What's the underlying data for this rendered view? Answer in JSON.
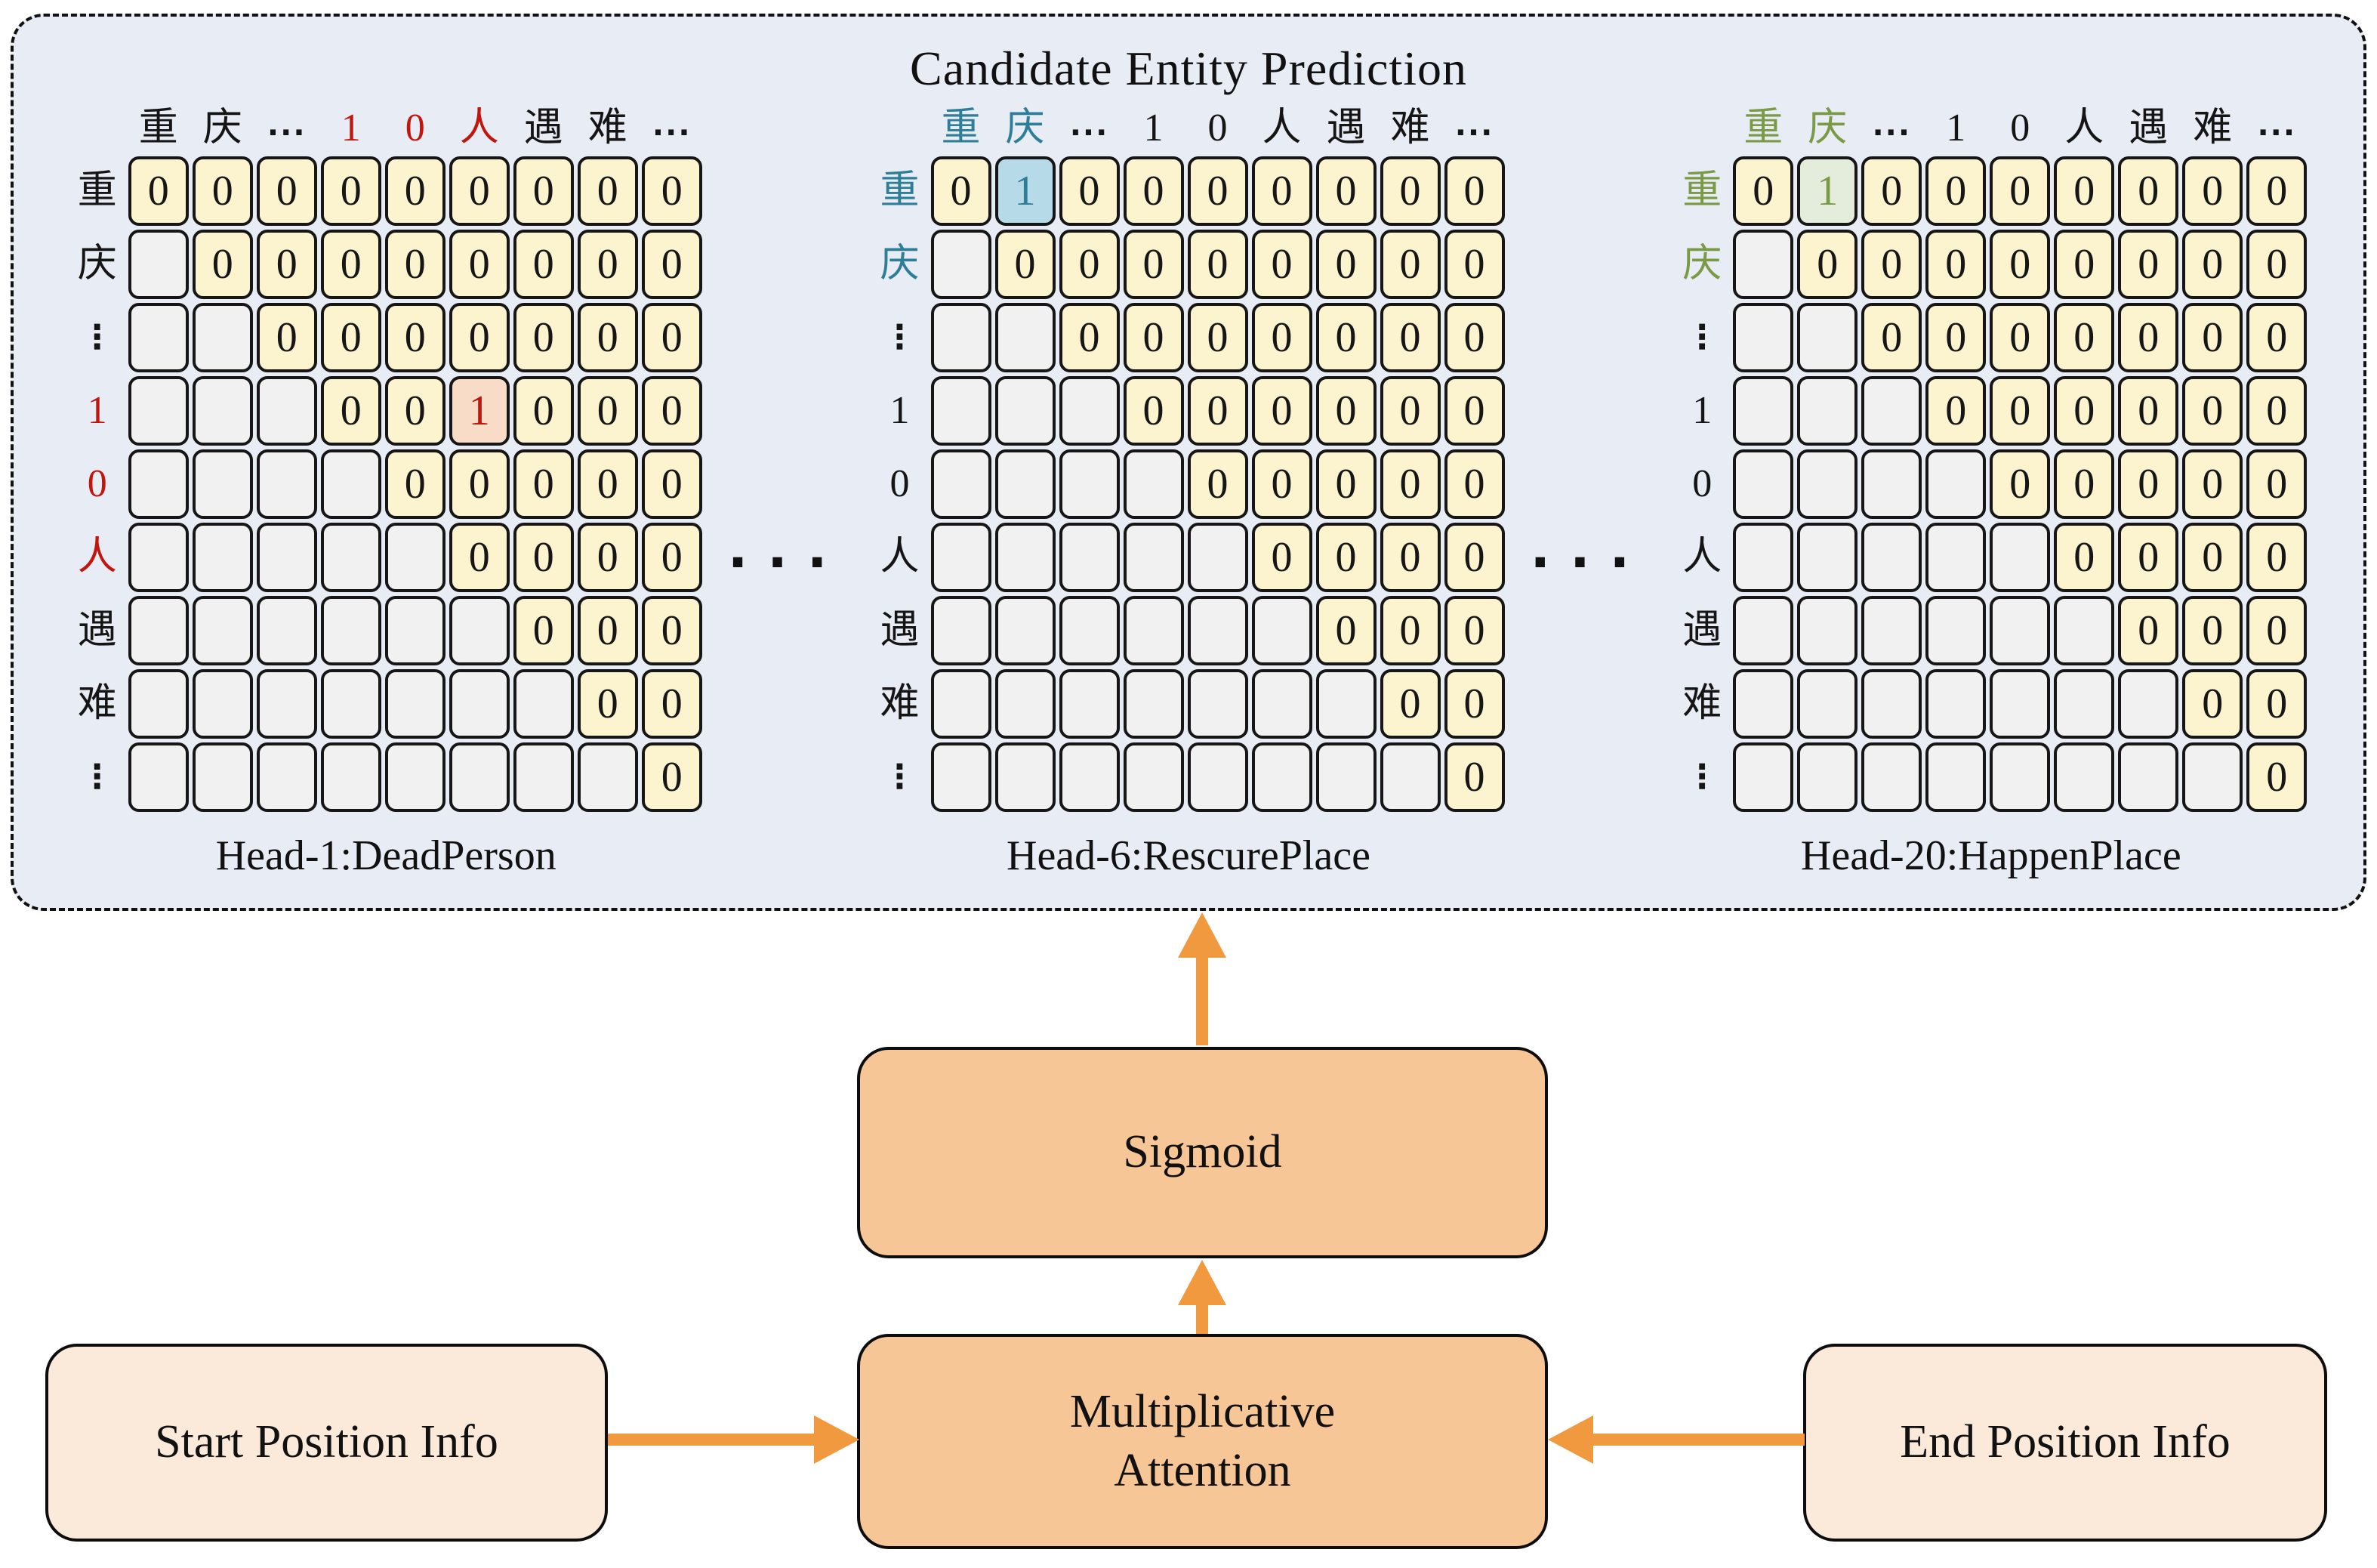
{
  "panel": {
    "title": "Candidate Entity Prediction",
    "separator": "···",
    "matrices": [
      {
        "head_label": "Head-1:DeadPerson",
        "col_labels": [
          "重",
          "庆",
          "···",
          "1",
          "0",
          "人",
          "遇",
          "难",
          "···"
        ],
        "col_label_colors": [
          "black",
          "black",
          "black",
          "red",
          "red",
          "red",
          "black",
          "black",
          "black"
        ],
        "row_labels": [
          "重",
          "庆",
          "⋮",
          "1",
          "0",
          "人",
          "遇",
          "难",
          "⋮"
        ],
        "row_label_colors": [
          "black",
          "black",
          "black",
          "red",
          "red",
          "red",
          "black",
          "black",
          "black"
        ],
        "grid": [
          [
            "0",
            "0",
            "0",
            "0",
            "0",
            "0",
            "0",
            "0",
            "0"
          ],
          [
            "",
            "0",
            "0",
            "0",
            "0",
            "0",
            "0",
            "0",
            "0"
          ],
          [
            "",
            "",
            "0",
            "0",
            "0",
            "0",
            "0",
            "0",
            "0"
          ],
          [
            "",
            "",
            "",
            "0",
            "0",
            "1",
            "0",
            "0",
            "0"
          ],
          [
            "",
            "",
            "",
            "",
            "0",
            "0",
            "0",
            "0",
            "0"
          ],
          [
            "",
            "",
            "",
            "",
            "",
            "0",
            "0",
            "0",
            "0"
          ],
          [
            "",
            "",
            "",
            "",
            "",
            "",
            "0",
            "0",
            "0"
          ],
          [
            "",
            "",
            "",
            "",
            "",
            "",
            "",
            "0",
            "0"
          ],
          [
            "",
            "",
            "",
            "",
            "",
            "",
            "",
            "",
            "0"
          ]
        ],
        "highlight": {
          "row": 3,
          "col": 5,
          "bg": "#f8dcc8",
          "fg": "#c0160e"
        }
      },
      {
        "head_label": "Head-6:RescurePlace",
        "col_labels": [
          "重",
          "庆",
          "···",
          "1",
          "0",
          "人",
          "遇",
          "难",
          "···"
        ],
        "col_label_colors": [
          "teal",
          "teal",
          "black",
          "black",
          "black",
          "black",
          "black",
          "black",
          "black"
        ],
        "row_labels": [
          "重",
          "庆",
          "⋮",
          "1",
          "0",
          "人",
          "遇",
          "难",
          "⋮"
        ],
        "row_label_colors": [
          "teal",
          "teal",
          "black",
          "black",
          "black",
          "black",
          "black",
          "black",
          "black"
        ],
        "grid": [
          [
            "0",
            "1",
            "0",
            "0",
            "0",
            "0",
            "0",
            "0",
            "0"
          ],
          [
            "",
            "0",
            "0",
            "0",
            "0",
            "0",
            "0",
            "0",
            "0"
          ],
          [
            "",
            "",
            "0",
            "0",
            "0",
            "0",
            "0",
            "0",
            "0"
          ],
          [
            "",
            "",
            "",
            "0",
            "0",
            "0",
            "0",
            "0",
            "0"
          ],
          [
            "",
            "",
            "",
            "",
            "0",
            "0",
            "0",
            "0",
            "0"
          ],
          [
            "",
            "",
            "",
            "",
            "",
            "0",
            "0",
            "0",
            "0"
          ],
          [
            "",
            "",
            "",
            "",
            "",
            "",
            "0",
            "0",
            "0"
          ],
          [
            "",
            "",
            "",
            "",
            "",
            "",
            "",
            "0",
            "0"
          ],
          [
            "",
            "",
            "",
            "",
            "",
            "",
            "",
            "",
            "0"
          ]
        ],
        "highlight": {
          "row": 0,
          "col": 1,
          "bg": "#b6dae7",
          "fg": "#2f7e97"
        }
      },
      {
        "head_label": "Head-20:HappenPlace",
        "col_labels": [
          "重",
          "庆",
          "···",
          "1",
          "0",
          "人",
          "遇",
          "难",
          "···"
        ],
        "col_label_colors": [
          "olive",
          "olive",
          "black",
          "black",
          "black",
          "black",
          "black",
          "black",
          "black"
        ],
        "row_labels": [
          "重",
          "庆",
          "⋮",
          "1",
          "0",
          "人",
          "遇",
          "难",
          "⋮"
        ],
        "row_label_colors": [
          "olive",
          "olive",
          "black",
          "black",
          "black",
          "black",
          "black",
          "black",
          "black"
        ],
        "grid": [
          [
            "0",
            "1",
            "0",
            "0",
            "0",
            "0",
            "0",
            "0",
            "0"
          ],
          [
            "",
            "0",
            "0",
            "0",
            "0",
            "0",
            "0",
            "0",
            "0"
          ],
          [
            "",
            "",
            "0",
            "0",
            "0",
            "0",
            "0",
            "0",
            "0"
          ],
          [
            "",
            "",
            "",
            "0",
            "0",
            "0",
            "0",
            "0",
            "0"
          ],
          [
            "",
            "",
            "",
            "",
            "0",
            "0",
            "0",
            "0",
            "0"
          ],
          [
            "",
            "",
            "",
            "",
            "",
            "0",
            "0",
            "0",
            "0"
          ],
          [
            "",
            "",
            "",
            "",
            "",
            "",
            "0",
            "0",
            "0"
          ],
          [
            "",
            "",
            "",
            "",
            "",
            "",
            "",
            "0",
            "0"
          ],
          [
            "",
            "",
            "",
            "",
            "",
            "",
            "",
            "",
            "0"
          ]
        ],
        "highlight": {
          "row": 0,
          "col": 1,
          "bg": "#e4ecdb",
          "fg": "#7a9a45"
        }
      }
    ]
  },
  "flow": {
    "sigmoid_label": "Sigmoid",
    "attention_label_line1": "Multiplicative",
    "attention_label_line2": "Attention",
    "start_label": "Start Position Info",
    "end_label": "End Position Info"
  },
  "colors": {
    "panel_bg": "#e8ecf4",
    "cell_yellow": "#fcf3cf",
    "cell_empty": "#f1f1f1",
    "cell_border": "#161616",
    "black": "#151515",
    "red": "#c0160e",
    "pink_bg": "#f8dcc8",
    "teal": "#2f7e97",
    "blue_bg": "#b6dae7",
    "olive": "#7a9a45",
    "green_bg": "#e4ecdb",
    "box_orange": "#f7c696",
    "box_pale": "#fbe9da",
    "arrow_orange": "#f0993e"
  }
}
